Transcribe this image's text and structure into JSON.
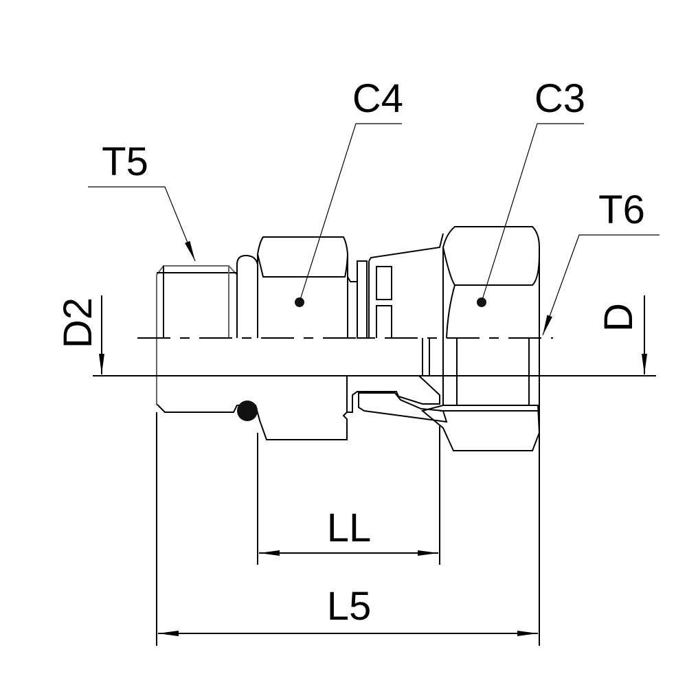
{
  "labels": {
    "c4": "C4",
    "c3": "C3",
    "t5": "T5",
    "t6": "T6",
    "d2": "D2",
    "d": "D",
    "ll": "LL",
    "l5": "L5"
  },
  "colors": {
    "line": "#000000",
    "background": "#ffffff"
  }
}
